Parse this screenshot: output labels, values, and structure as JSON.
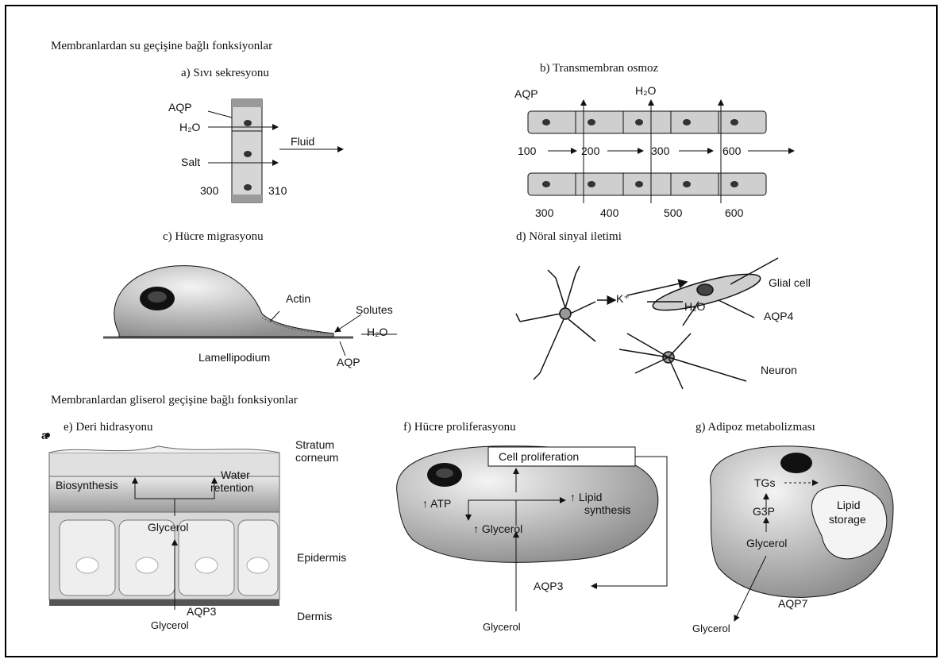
{
  "headings": {
    "water_section": "Membranlardan su geçişine bağlı fonksiyonlar",
    "glycerol_section": "Membranlardan gliserol geçişine bağlı fonksiyonlar"
  },
  "panel_a": {
    "title": "a) Sıvı sekresyonu",
    "aqp": "AQP",
    "h2o": "H₂O",
    "fluid": "Fluid",
    "salt": "Salt",
    "num_left": "300",
    "num_right": "310"
  },
  "panel_b": {
    "title": "b) Transmembran osmoz",
    "aqp": "AQP",
    "h2o": "H₂O",
    "top_numbers": [
      "100",
      "200",
      "300",
      "600"
    ],
    "bottom_numbers": [
      "300",
      "400",
      "500",
      "600"
    ]
  },
  "panel_c": {
    "title": "c) Hücre migrasyonu",
    "actin": "Actin",
    "solutes": "Solutes",
    "h2o": "H₂O",
    "lamellipodium": "Lamellipodium",
    "aqp": "AQP"
  },
  "panel_d": {
    "title": "d) Nöral sinyal iletimi",
    "kplus": "K⁺",
    "glial": "Glial cell",
    "h2o": "H₂O",
    "aqp4": "AQP4",
    "neuron": "Neuron"
  },
  "panel_e": {
    "marker": "a",
    "title": "e) Deri hidrasyonu",
    "stratum": "Stratum",
    "corneum": "corneum",
    "biosynthesis": "Biosynthesis",
    "water": "Water",
    "retention": "retention",
    "glycerol": "Glycerol",
    "epidermis": "Epidermis",
    "aqp3": "AQP3",
    "dermis": "Dermis",
    "glycerol_in": "Glycerol"
  },
  "panel_f": {
    "title": "f) Hücre proliferasyonu",
    "cell_prolif": "Cell proliferation",
    "atp": "↑ ATP",
    "lipid": "↑ Lipid",
    "synthesis": "synthesis",
    "glycerol": "↑ Glycerol",
    "aqp3": "AQP3",
    "glycerol_in": "Glycerol"
  },
  "panel_g": {
    "title": "g) Adipoz metabolizması",
    "tgs": "TGs",
    "g3p": "G3P",
    "glycerol": "Glycerol",
    "lipid": "Lipid",
    "storage": "storage",
    "aqp7": "AQP7",
    "glycerol_out": "Glycerol"
  },
  "colors": {
    "cell_fill": "#c8c8c8",
    "cell_dark": "#7a7a7a",
    "nucleus": "#111111",
    "line": "#111111"
  }
}
